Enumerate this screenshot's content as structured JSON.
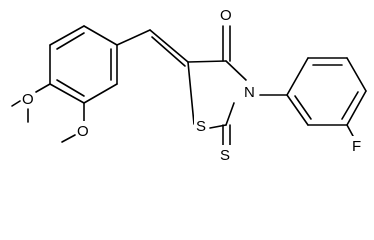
{
  "molecule": {
    "atoms": {
      "o_methoxy_top": "O",
      "o_methoxy_bottom": "O",
      "o_carbonyl": "O",
      "s_ring": "S",
      "s_thione": "S",
      "n_ring": "N",
      "f": "F"
    },
    "colors": {
      "ink": "#000000",
      "background": "#ffffff"
    }
  }
}
